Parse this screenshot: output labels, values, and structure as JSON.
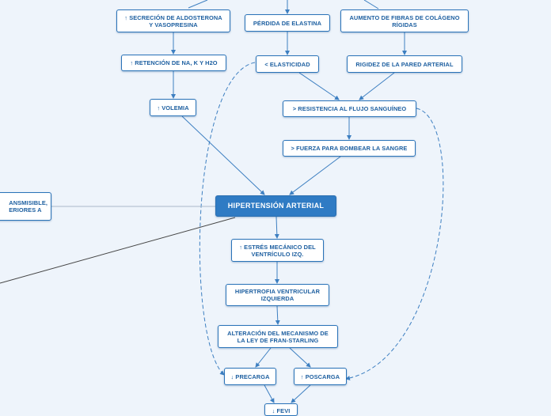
{
  "colors": {
    "background": "#eef4fb",
    "link": "#3d7fc1",
    "main_fill": "#2f7bc4",
    "dark_link": "#444444"
  },
  "nodes": {
    "aldosterona": "↑ SECRECIÓN DE ALDOSTERONA\nY VASOPRESINA",
    "elastina": "PÉRDIDA DE ELASTINA",
    "colageno": "AUMENTO DE FIBRAS DE COLÁGENO\nRÍGIDAS",
    "retencion": "↑ RETENCIÓN DE NA, K Y H2O",
    "elasticidad": "< ELASTICIDAD",
    "rigidez": "RIGIDEZ DE LA PARED ARTERIAL",
    "volemia": "↑ VOLEMIA",
    "resistencia": "> RESISTENCIA AL FLUJO SANGUÍNEO",
    "fuerza": "> FUERZA PARA BOMBEAR LA SANGRE",
    "hipertension": "HIPERTENSIÓN ARTERIAL",
    "lateral": "ANSMISIBLE,\nERIORES A",
    "estres": "↑ ESTRÉS MECÁNICO DEL\nVENTRÍCULO IZQ.",
    "hipertrofia": "HIPERTROFIA VENTRICULAR\nIZQUIERDA",
    "frank": "ALTERACIÓN DEL MECANISMO DE\nLA LEY DE FRAN-STARLING",
    "precarga": "↓ PRECARGA",
    "poscarga": "↑ POSCARGA",
    "fevi": "↓ FEVI"
  }
}
